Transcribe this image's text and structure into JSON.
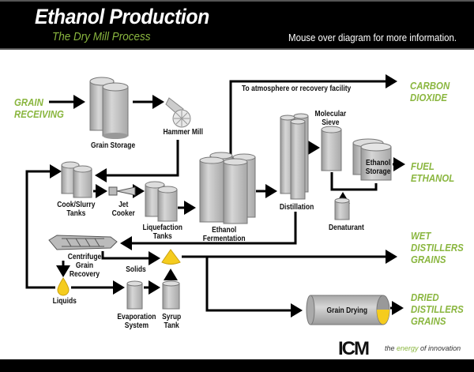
{
  "header": {
    "title": "Ethanol Production",
    "subtitle": "The Dry Mill Process",
    "hint": "Mouse over diagram for more information."
  },
  "inputs": {
    "grain_receiving": [
      "GRAIN",
      "RECEIVING"
    ]
  },
  "outputs": {
    "carbon_dioxide": [
      "CARBON",
      "DIOXIDE"
    ],
    "fuel_ethanol": [
      "FUEL",
      "ETHANOL"
    ],
    "wet_distillers_grains": [
      "WET",
      "DISTILLERS",
      "GRAINS"
    ],
    "dried_distillers_grains": [
      "DRIED",
      "DISTILLERS",
      "GRAINS"
    ]
  },
  "stages": {
    "grain_storage": "Grain Storage",
    "hammer_mill": "Hammer Mill",
    "cook_slurry": [
      "Cook/Slurry",
      "Tanks"
    ],
    "jet_cooker": [
      "Jet",
      "Cooker"
    ],
    "liquefaction": [
      "Liquefaction",
      "Tanks"
    ],
    "fermentation": [
      "Ethanol",
      "Fermentation"
    ],
    "distillation": "Distillation",
    "molecular_sieve": [
      "Molecular",
      "Sieve"
    ],
    "ethanol_storage": [
      "Ethanol",
      "Storage"
    ],
    "denaturant": "Denaturant",
    "centrifuge": [
      "Centrifuge",
      "Grain",
      "Recovery"
    ],
    "solids": "Solids",
    "liquids": "Liquids",
    "evaporation": [
      "Evaporation",
      "System"
    ],
    "syrup_tank": [
      "Syrup",
      "Tank"
    ],
    "grain_drying": "Grain Drying"
  },
  "annotations": {
    "co2_route": "To atmosphere or recovery facility"
  },
  "branding": {
    "logo": "ICM",
    "tagline_pre": "the ",
    "tagline_em": "energy",
    "tagline_post": " of innovation"
  },
  "colors": {
    "accent_green": "#8ab63f",
    "yellow": "#f5cc1e",
    "tank_gray": "#c4c4c4"
  }
}
